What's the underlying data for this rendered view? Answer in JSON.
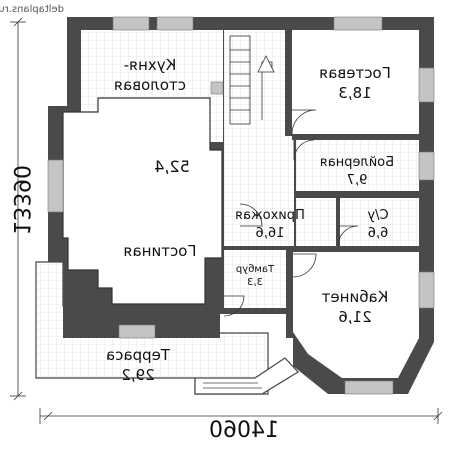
{
  "watermark": "deltaplans.ru",
  "dimensions": {
    "width": "14060",
    "height": "13390"
  },
  "rooms": [
    {
      "key": "kitchen",
      "name_line1": "Кухня-",
      "name_line2": "столовая",
      "area": ""
    },
    {
      "key": "living",
      "name": "Гостиная",
      "area": "52,4"
    },
    {
      "key": "guest",
      "name": "Гостевая",
      "area": "18,3"
    },
    {
      "key": "boiler",
      "name": "Бойлерная",
      "area": "9,7"
    },
    {
      "key": "hall",
      "name": "Прихожая",
      "area": "16,6"
    },
    {
      "key": "wc",
      "name": "С/у",
      "area": "6,6"
    },
    {
      "key": "vestibule",
      "name": "Тамбур",
      "area": "3,3"
    },
    {
      "key": "office",
      "name": "Кабинет",
      "area": "21,6"
    },
    {
      "key": "terrace",
      "name": "Терраса",
      "area": "29,2"
    }
  ],
  "colors": {
    "wall": "#4a4a4a",
    "floor": "#ffffff",
    "tile_grid": "#d6d6d6",
    "outline": "#222222",
    "window": "#9a9a9a"
  }
}
